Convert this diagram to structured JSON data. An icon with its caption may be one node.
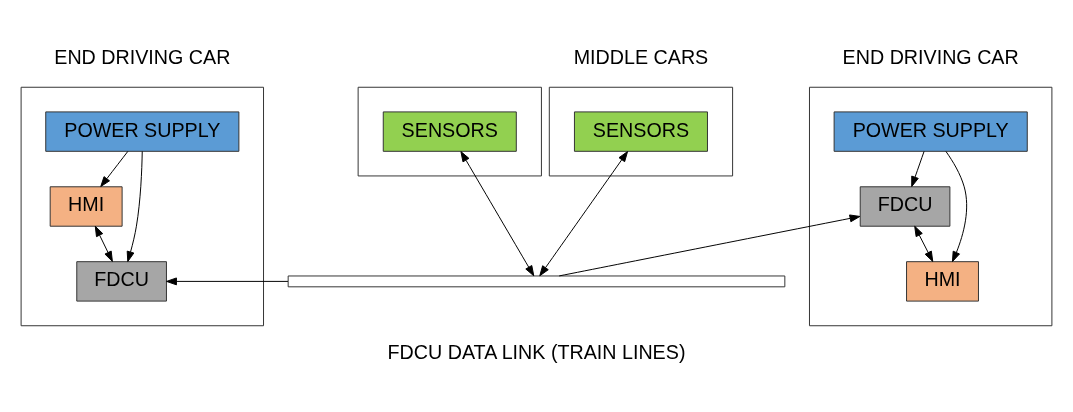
{
  "diagram": {
    "nodes": [
      {
        "text": [],
        "shape": "box"
      },
      {
        "text": [
          "POWER SUPPLY"
        ],
        "in": 0
      },
      {
        "text": [
          "HMI"
        ],
        "in": 0
      },
      {
        "text": [
          "FDCU"
        ],
        "in": 0
      },
      {
        "text": [],
        "shape": "box"
      },
      {
        "text": [
          "SENSORS"
        ],
        "in": 4
      },
      {
        "text": [],
        "shape": "box"
      },
      {
        "text": [
          "SENSORS"
        ],
        "in": 6
      },
      {
        "text": [],
        "shape": "box"
      },
      {
        "text": [
          "POWER SUPPLY"
        ],
        "in": 8
      },
      {
        "text": [
          "FDCU"
        ],
        "in": 8
      },
      {
        "text": [
          "HMI"
        ],
        "in": 8
      },
      {
        "text": [],
        "shape": "bar"
      }
    ],
    "edges": [
      {
        "from": 1,
        "to": 2,
        "arrow": "to"
      },
      {
        "from": 1,
        "to": 3,
        "arrow": "to"
      },
      {
        "from": 2,
        "to": 3,
        "arrow": "both"
      },
      {
        "from": 12,
        "to": 3,
        "arrow": "to"
      },
      {
        "from": 5,
        "to": 12,
        "arrow": "both"
      },
      {
        "from": 7,
        "to": 12,
        "arrow": "both"
      },
      {
        "from": 12,
        "to": 10,
        "arrow": "to"
      },
      {
        "from": 9,
        "to": 10,
        "arrow": "to"
      },
      {
        "from": 9,
        "to": 11,
        "arrow": "to"
      },
      {
        "from": 10,
        "to": 11,
        "arrow": "both"
      }
    ],
    "labels": [
      "END DRIVING CAR",
      "MIDDLE CARS",
      "END DRIVING CAR",
      "FDCU DATA LINK (TRAIN LINES)"
    ]
  }
}
